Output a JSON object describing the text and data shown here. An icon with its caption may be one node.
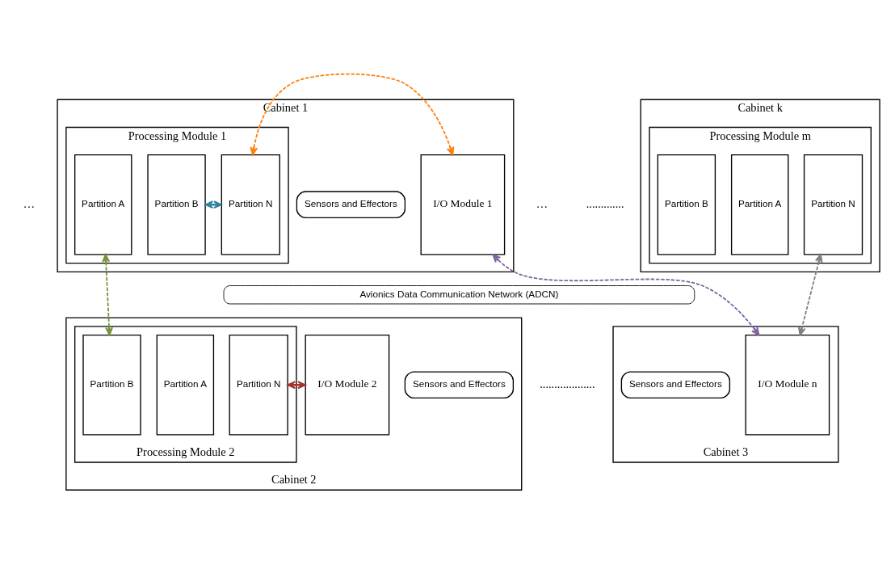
{
  "diagram": {
    "nodes": [
      {
        "text": [
          "Cabinet 1"
        ]
      },
      {
        "text": [
          "Processing Module 1"
        ],
        "in": 0
      },
      {
        "text": [
          "Partition A"
        ],
        "in": 1
      },
      {
        "text": [
          "Partition B"
        ],
        "in": 1
      },
      {
        "text": [
          "Partition N"
        ],
        "in": 1
      },
      {
        "text": [
          "Sensors and Effectors"
        ],
        "in": 0
      },
      {
        "text": [
          "I/O Module 1"
        ],
        "in": 0
      },
      {
        "text": [
          "Cabinet k"
        ]
      },
      {
        "text": [
          "Processing Module m"
        ],
        "in": 7
      },
      {
        "text": [
          "Partition A"
        ],
        "in": 8
      },
      {
        "text": [
          "Partition B"
        ],
        "in": 8
      },
      {
        "text": [
          "Partition N"
        ],
        "in": 8
      },
      {
        "text": [
          "Avionics Data Communication Network (ADCN)"
        ]
      },
      {
        "text": [
          "Cabinet 2"
        ]
      },
      {
        "text": [
          "Processing Module 2"
        ],
        "in": 13
      },
      {
        "text": [
          "Partition A"
        ],
        "in": 14
      },
      {
        "text": [
          "Partition B"
        ],
        "in": 14
      },
      {
        "text": [
          "Partition N"
        ],
        "in": 14
      },
      {
        "text": [
          "I/O Module 2"
        ],
        "in": 13
      },
      {
        "text": [
          "Sensors and Effectors"
        ],
        "in": 13
      },
      {
        "text": [
          "Cabinet 3"
        ]
      },
      {
        "text": [
          "I/O Module n"
        ],
        "in": 20
      },
      {
        "text": [
          "Sensors and Effectors"
        ],
        "in": 20
      }
    ],
    "edges": [
      {
        "from": 2,
        "to": 16,
        "arrow": "both",
        "style": "dashed",
        "color": "#77933c"
      },
      {
        "from": 3,
        "to": 4,
        "arrow": "both",
        "style": "dashed",
        "color": "#31849b"
      },
      {
        "from": 4,
        "to": 6,
        "arrow": "both",
        "style": "dashed",
        "color": "#ff7f0e"
      },
      {
        "from": 6,
        "to": 21,
        "arrow": "both",
        "style": "dashed",
        "color": "#8064a2"
      },
      {
        "from": 17,
        "to": 18,
        "arrow": "both",
        "style": "dashed",
        "color": "#a5342c"
      },
      {
        "from": 11,
        "to": 21,
        "arrow": "both",
        "style": "dashed",
        "color": "#808080"
      }
    ],
    "labels": [
      "…",
      "…",
      ".............",
      "..................."
    ]
  }
}
